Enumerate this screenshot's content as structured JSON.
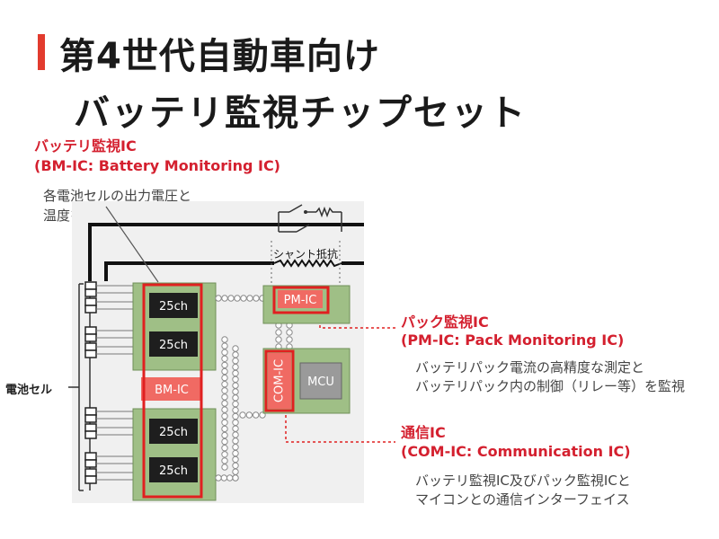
{
  "title": {
    "line1": "第4世代自動車向け",
    "line2": "バッテリ監視チップセット"
  },
  "bm_ic": {
    "label_jp": "バッテリ監視IC",
    "label_en": "(BM-IC: Battery Monitoring IC)",
    "desc_line1": "各電池セルの出力電圧と",
    "desc_line2": "温度を正確に測定"
  },
  "pm_ic": {
    "label_jp": "パック監視IC",
    "label_en": "(PM-IC: Pack Monitoring IC)",
    "desc_line1": "バッテリパック電流の高精度な測定と",
    "desc_line2": "バッテリパック内の制御（リレー等）を監視"
  },
  "com_ic": {
    "label_jp": "通信IC",
    "label_en": "(COM-IC: Communication IC)",
    "desc_line1": "バッテリ監視IC及びパック監視ICと",
    "desc_line2": "マイコンとの通信インターフェイス"
  },
  "diagram": {
    "cells_label": "電池セル",
    "shunt_label": "シャント抵抗",
    "chip_25ch": "25ch",
    "bm_ic_tag": "BM-IC",
    "pm_ic_tag": "PM-IC",
    "com_ic_tag": "COM-IC",
    "mcu_tag": "MCU"
  },
  "colors": {
    "accent_red": "#e23b2e",
    "board_green": "#9fbf86",
    "chip_black": "#1e1e1e",
    "mcu_gray": "#9a9a9a",
    "diagram_bg": "#f0f0f0"
  }
}
